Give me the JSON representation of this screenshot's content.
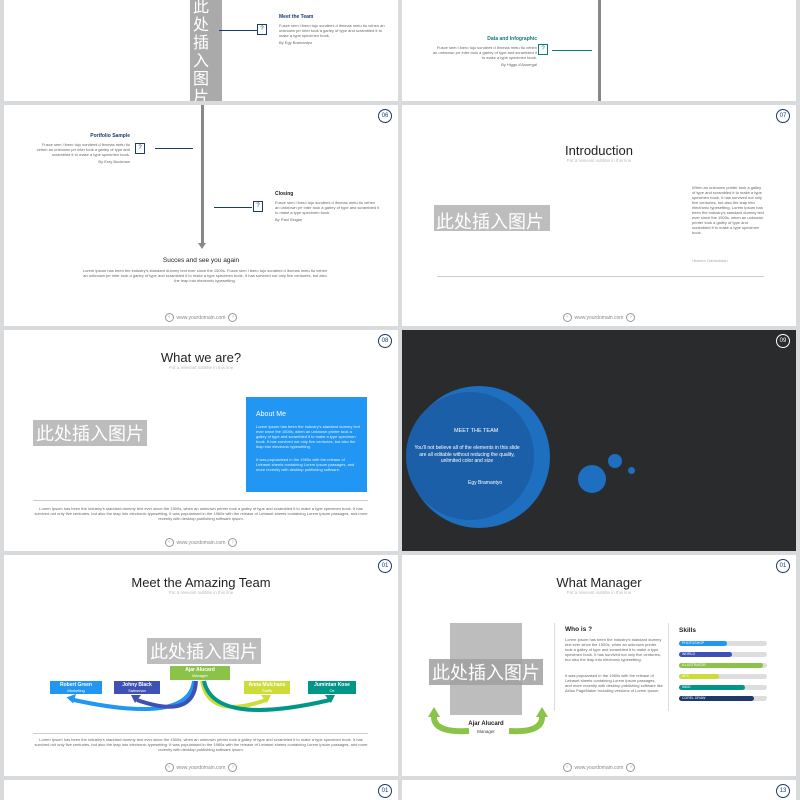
{
  "placeholder_text": "此处插入图片",
  "footer": {
    "text": "www.yourdomain.com",
    "prev": "‹",
    "next": "›"
  },
  "s1": {
    "heading": "Meet the Team",
    "body": "Fusce sem l ibero tuju sondemi d ibnmas metu tiu vehen an unknown prr inter took a garley of type and scrambled it to make a type specimen book.",
    "by": "By Egy Bramantyo"
  },
  "s2": {
    "heading": "Data and Infographic",
    "body": "Fusce sem l ibero tuju sondemi d ibnmas metu tiu vehen an unknown prr inter took a garley of type and scrambled it to make a type specimen book.",
    "by": "By Higgs d'Ausergal"
  },
  "s3": {
    "num": "06",
    "h1": "Portfolio Sample",
    "b1": "Fusce sem l ibero tuju sondemi d ibnmas metu tiu vehen an unknown prr inter took a garley of type and scrambled it to make a type specimen book.",
    "by1": "By Erzy Buckman",
    "h2": "Closing",
    "b2": "Fusce sem l ibero tuju sondemi d ibnmas metu tiu vehen an unknown prr inter took a garley of type and scrambled it to make a type specimen book.",
    "by2": "By Paul Singke",
    "closing_title": "Succes and see you again",
    "closing_body": "Lorem Ipsum has been the industry's standard dummy text ever since the 1500s. Fusce sem l ibero tuju sondemi d ibnmas metu tiu vehen an unknown prr inter took a garley of type and scrambled it to make a type specimen book. It has survived not only five centuries, but also the leap into electronic typesetting."
  },
  "s4": {
    "num": "07",
    "title": "Introduction",
    "subtitle": "Put a relevant subtitle in this line",
    "body": "When an unknown printer took a galley of type and scrambled it to make a type specimen book. It has survived not only five centuries, but also the leap into electronic typesetting. Lorem Ipsum has been the industry's standard dummy text ever since the 1500s. when an unknown printer took a galley of type and scrambled it to make a type specimen book.",
    "sign": "Heaven Garlantidan"
  },
  "s5": {
    "num": "08",
    "title": "What we are?",
    "subtitle": "Put a relevant subtitle in this line",
    "box_title": "About Me",
    "box_p1": "Lorem Ipsum has been the industry's standard dummy text ever since the 1500s, when an unknown printer took a galley of type and scrambled it to make a type specimen book. It has survived not only five centuries, but also the leap into electronic typesetting.",
    "box_p2": "It was popularised in the 1960s with the release of Letraset sheets containing Lorem Ipsum passages, and more recently with desktop publishing software.",
    "body": "Lorem Ipsum has been the industry's standard dummy text ever since the 1500s, when an unknown printer took a galley of type and scrambled it to make a type specimen book. It has survived not only five centuries, but also the leap into electronic typesetting. It was popularised in the 1960s with the release of Letraset sheets containing Lorem Ipsum passages, and more recently with desktop publishing software ipsum."
  },
  "s6": {
    "num": "09",
    "heading": "MEET THE TEAM",
    "body": "You'll not believe all of the elements in this slide are all editable without reducing the quality, unlimited color and size",
    "by": "Egy Bramantyo"
  },
  "s7": {
    "num": "01",
    "title": "Meet the Amazing Team",
    "subtitle": "Put a relevant subtitle in this line",
    "center": {
      "name": "Ajar Alucard",
      "role": "Manager"
    },
    "members": [
      {
        "name": "Robert Green",
        "role": "Marketing",
        "color": "#2196f3"
      },
      {
        "name": "Johny Black",
        "role": "Salesman",
        "color": "#3f51b5"
      },
      {
        "name": "Anna Mulchaos",
        "role": "Staffs",
        "color": "#cddc39"
      },
      {
        "name": "Jumintan Kose",
        "role": "Ox",
        "color": "#009688"
      }
    ],
    "body": "Lorem Ipsum has been the industry's standard dummy text ever since the 1500s, when an unknown printer took a galley of type and scrambled it to make a type specimen book. It has survived not only five centuries, but also the leap into electronic typesetting. It was popularised in the 1960s with the release of Letraset sheets containing Lorem Ipsum passages, and more recently with desktop publishing software ipsum."
  },
  "s8": {
    "num": "01",
    "title": "What Manager",
    "subtitle": "Put a relevant subtitle in this line",
    "who_title": "Who is ?",
    "who_p1": "Lorem Ipsum has been the industry's standard dummy text ever since the 1500s, when an unknown printer took a galley of type and scrambled it to make a type specimen book. It has survived not only five centuries, but also the leap into electronic typesetting.",
    "who_p2": "It was popularised in the 1960s with the release of Letraset sheets containing Lorem Ipsum passages, and more recently with desktop publishing software like Aldus PageMaker including versions of Lorem Ipsum.",
    "name": "Ajar Alucard",
    "role": "Manager",
    "skills_title": "Skills",
    "skills": [
      {
        "label": "PHOTOSHOP",
        "value": 0.55,
        "color": "#2196f3"
      },
      {
        "label": "WORLD",
        "value": 0.6,
        "color": "#3f51b5"
      },
      {
        "label": "ILLUSTRATOR",
        "value": 0.95,
        "color": "#8bc34a"
      },
      {
        "label": "AFX",
        "value": 0.45,
        "color": "#cddc39"
      },
      {
        "label": "INDD",
        "value": 0.75,
        "color": "#009688"
      },
      {
        "label": "COREL DRAW",
        "value": 0.85,
        "color": "#1d3a6d"
      }
    ]
  },
  "s9": {
    "num": "01"
  },
  "s10": {
    "num": "13"
  }
}
